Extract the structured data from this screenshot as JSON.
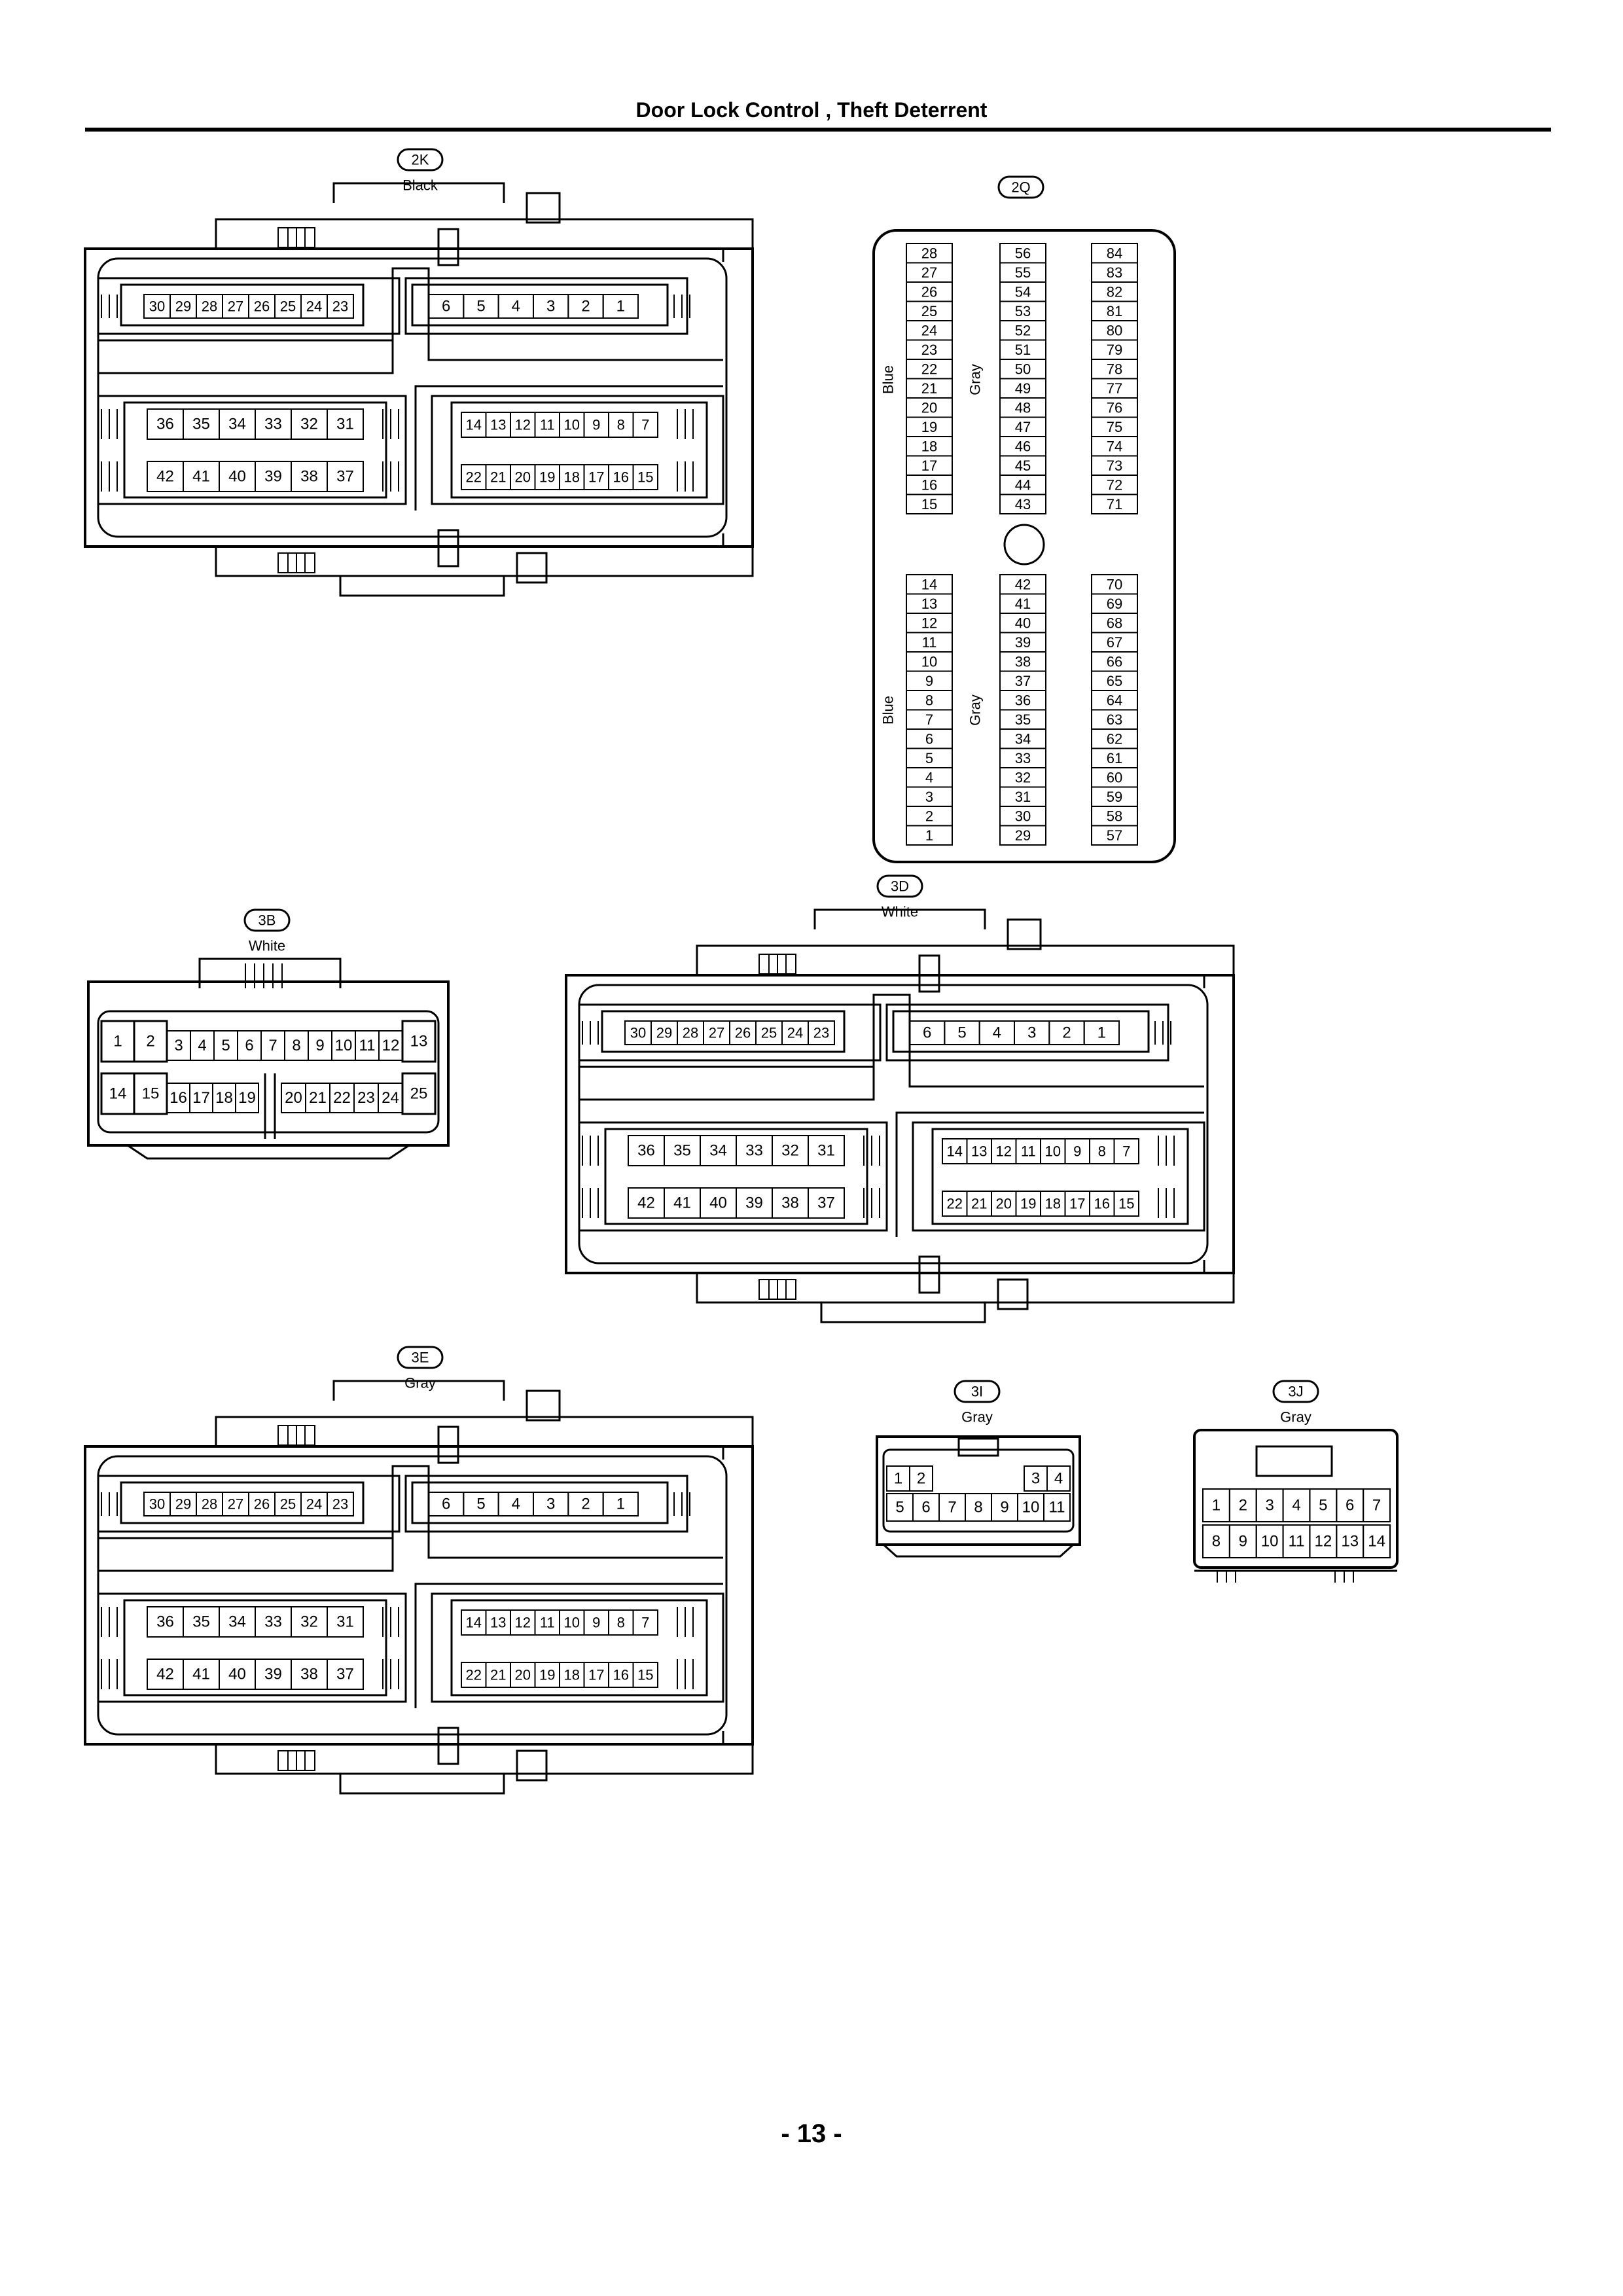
{
  "page": {
    "title": "Door Lock Control , Theft Deterrent",
    "page_number": "- 13 -"
  },
  "connectors": {
    "c2K": {
      "code": "2K",
      "color": "Black"
    },
    "c2Q": {
      "code": "2Q",
      "color": "",
      "col_blue": "Blue",
      "col_gray": "Gray",
      "top_a": [
        "28",
        "27",
        "26",
        "25",
        "24",
        "23",
        "22",
        "21",
        "20",
        "19",
        "18",
        "17",
        "16",
        "15"
      ],
      "top_b": [
        "56",
        "55",
        "54",
        "53",
        "52",
        "51",
        "50",
        "49",
        "48",
        "47",
        "46",
        "45",
        "44",
        "43"
      ],
      "top_c": [
        "84",
        "83",
        "82",
        "81",
        "80",
        "79",
        "78",
        "77",
        "76",
        "75",
        "74",
        "73",
        "72",
        "71"
      ],
      "bot_a": [
        "14",
        "13",
        "12",
        "11",
        "10",
        "9",
        "8",
        "7",
        "6",
        "5",
        "4",
        "3",
        "2",
        "1"
      ],
      "bot_b": [
        "42",
        "41",
        "40",
        "39",
        "38",
        "37",
        "36",
        "35",
        "34",
        "33",
        "32",
        "31",
        "30",
        "29"
      ],
      "bot_c": [
        "70",
        "69",
        "68",
        "67",
        "66",
        "65",
        "64",
        "63",
        "62",
        "61",
        "60",
        "59",
        "58",
        "57"
      ]
    },
    "c3B": {
      "code": "3B",
      "color": "White",
      "row1": [
        "1",
        "2",
        "3",
        "4",
        "5",
        "6",
        "7",
        "8",
        "9",
        "10",
        "11",
        "12",
        "13"
      ],
      "row2": [
        "14",
        "15",
        "16",
        "17",
        "18",
        "19",
        "20",
        "21",
        "22",
        "23",
        "24",
        "25"
      ]
    },
    "c3D": {
      "code": "3D",
      "color": "White"
    },
    "c3E": {
      "code": "3E",
      "color": "Gray"
    },
    "c3I": {
      "code": "3I",
      "color": "Gray",
      "row1": [
        "1",
        "2",
        "3",
        "4"
      ],
      "row2": [
        "5",
        "6",
        "7",
        "8",
        "9",
        "10",
        "11"
      ]
    },
    "c3J": {
      "code": "3J",
      "color": "Gray",
      "row1": [
        "1",
        "2",
        "3",
        "4",
        "5",
        "6",
        "7"
      ],
      "row2": [
        "8",
        "9",
        "10",
        "11",
        "12",
        "13",
        "14"
      ]
    }
  },
  "big_42_pins": {
    "r1_left": [
      "30",
      "29",
      "28",
      "27",
      "26",
      "25",
      "24",
      "23"
    ],
    "r1_right": [
      "6",
      "5",
      "4",
      "3",
      "2",
      "1"
    ],
    "r2_left": [
      "36",
      "35",
      "34",
      "33",
      "32",
      "31"
    ],
    "r2_right": [
      "14",
      "13",
      "12",
      "11",
      "10",
      "9",
      "8",
      "7"
    ],
    "r3_left": [
      "42",
      "41",
      "40",
      "39",
      "38",
      "37"
    ],
    "r3_right": [
      "22",
      "21",
      "20",
      "19",
      "18",
      "17",
      "16",
      "15"
    ]
  }
}
